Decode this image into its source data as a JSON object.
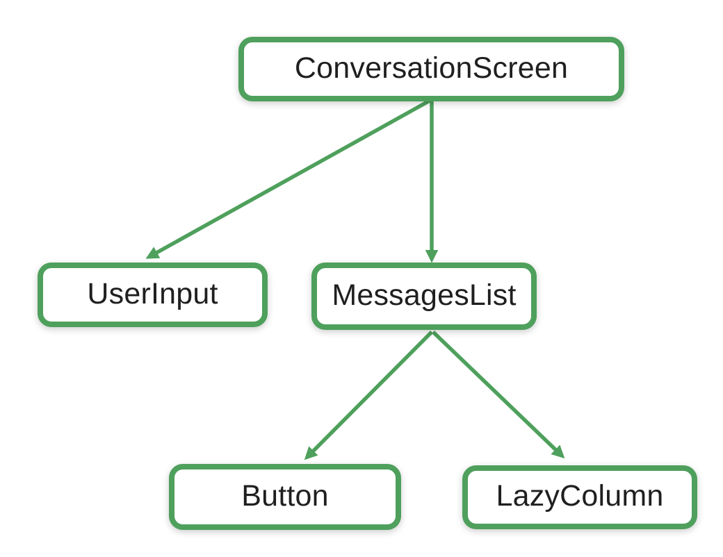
{
  "diagram": {
    "type": "tree-hierarchy",
    "nodes": {
      "conversation_screen": {
        "label": "ConversationScreen"
      },
      "user_input": {
        "label": "UserInput"
      },
      "messages_list": {
        "label": "MessagesList"
      },
      "button": {
        "label": "Button"
      },
      "lazy_column": {
        "label": "LazyColumn"
      }
    },
    "edges": [
      {
        "from": "ConversationScreen",
        "to": "UserInput"
      },
      {
        "from": "ConversationScreen",
        "to": "MessagesList"
      },
      {
        "from": "MessagesList",
        "to": "Button"
      },
      {
        "from": "MessagesList",
        "to": "LazyColumn"
      }
    ],
    "colors": {
      "accent_green": "#4ea05c",
      "node_background": "#ffffff",
      "label_text": "#1f1f1f",
      "page_background": "#ffffff"
    }
  }
}
